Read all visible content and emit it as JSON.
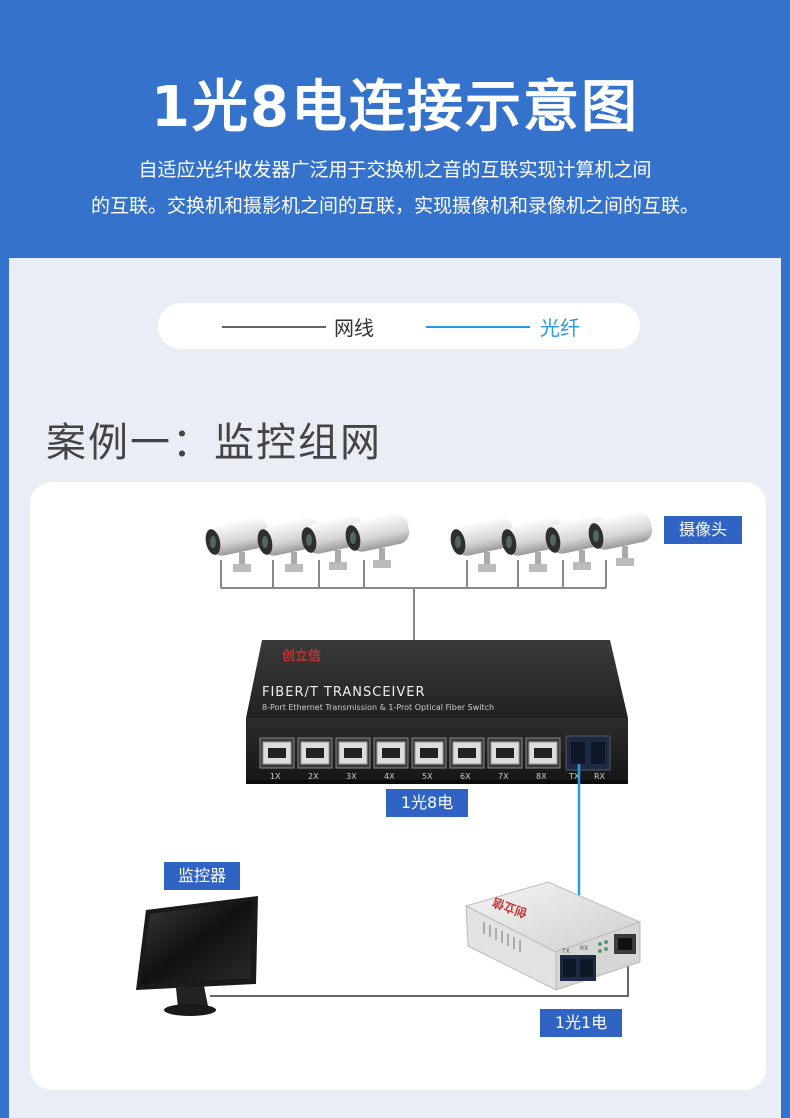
{
  "header": {
    "title": "1光8电连接示意图",
    "desc_line1": "自适应光纤收发器广泛用于交换机之音的互联实现计算机之间",
    "desc_line2": "的互联。交换机和摄影机之间的互联，实现摄像机和录像机之间的互联。"
  },
  "legend": {
    "cable_label": "网线",
    "fiber_label": "光纤"
  },
  "case_title": "案例一：监控组网",
  "diagram": {
    "camera_tag": "摄像头",
    "switch_tag": "1光8电",
    "monitor_tag": "监控器",
    "media_converter_tag": "1光1电",
    "switch_brand": "创立信",
    "switch_model": "FIBER/T TRANSCEIVER",
    "switch_subtitle": "8-Port Ethernet Transmission & 1-Prot Optical Fiber Switch",
    "port_labels": [
      "1X",
      "2X",
      "3X",
      "4X",
      "5X",
      "6X",
      "7X",
      "8X"
    ],
    "fiber_port_labels": [
      "TX",
      "RX"
    ],
    "converter_brand": "创立信",
    "converter_port_labels": [
      "TX",
      "RX"
    ]
  },
  "colors": {
    "header_bg": "#3572cc",
    "panel_bg": "#e9edf6",
    "tag_bg": "#2f64c4",
    "fiber": "#2b9be0",
    "cable": "#666666"
  }
}
